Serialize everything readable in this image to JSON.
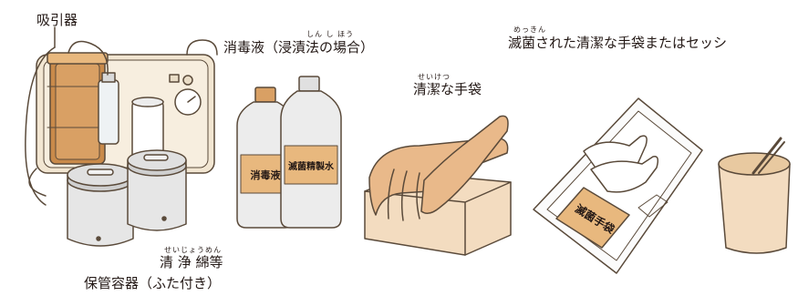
{
  "labels": {
    "suction": "吸引器",
    "storage": "保管容器（ふた付き）",
    "cotton": "清 浄 綿等",
    "cotton_ruby": "せいじょうめん",
    "disinfectant": "消毒液（浸漬法の場合）",
    "disinfectant_ruby": "しん し ほう",
    "clean_gloves": "清潔な手袋",
    "clean_gloves_ruby": "せいけつ",
    "sterile": "滅菌された清潔な手袋またはセッシ",
    "sterile_ruby": "めっきん"
  },
  "bottle_labels": {
    "disinfectant": "消毒液",
    "sterile_water": "滅菌精製水"
  },
  "package_label": "滅菌手袋",
  "colors": {
    "outline": "#5a4a3a",
    "device_body": "#f2e6d2",
    "jar_orange": "#c98a4a",
    "container": "#d9d9d9",
    "glove": "#e9b98a",
    "box": "#f3dcc0",
    "tag": "#e8b87e"
  }
}
